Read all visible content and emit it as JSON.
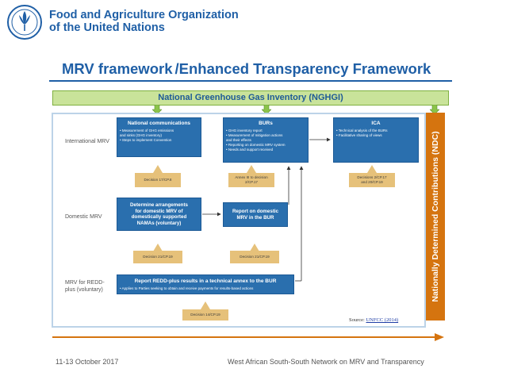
{
  "header": {
    "org_line1": "Food and Agriculture Organization",
    "org_line2": "of the United Nations",
    "title_left": "MRV framework",
    "title_right": "Enhanced Transparency Framework"
  },
  "nghgi_label": "National Greenhouse Gas Inventory (NGHGI)",
  "ndc_label": "Nationally Determined Contributions (NDC)",
  "rows": {
    "international": "International MRV",
    "domestic": "Domestic MRV",
    "redd_line1": "MRV for REDD-",
    "redd_line2": "plus (voluntary)"
  },
  "boxes": {
    "natcom": {
      "title": "National communications",
      "items": [
        "• Measurement of GHG emissions",
        "  and sinks (GHG inventory)",
        "• Steps to implement Convention"
      ]
    },
    "burs": {
      "title": "BURs",
      "items": [
        "• GHG inventory report",
        "• Measurement of mitigation actions",
        "  and their effects",
        "• Reporting on domestic MRV system",
        "• Needs and support received"
      ]
    },
    "ica": {
      "title": "ICA",
      "items": [
        "• Technical analysis of the BURs",
        "• Facilitative sharing of views"
      ]
    },
    "domestic_arr": {
      "line1": "Determine arrangements",
      "line2": "for domestic MRV of",
      "line3": "domestically supported",
      "line4": "NAMAs (voluntary)"
    },
    "report_domestic": {
      "line1": "Report on domestic",
      "line2": "MRV in the BUR"
    },
    "redd": {
      "title": "Report REDD-plus results in a technical annex to the BUR",
      "item": "• Applies to Parties seeking to obtain and receive payments for results-based actions"
    }
  },
  "decisions": {
    "d1": "Decision 17/CP.8",
    "d2_line1": "Annex III to decision",
    "d2_line2": "2/CP.17",
    "d3_line1": "Decisions 2/CP.17",
    "d3_line2": "and 20/CP.19",
    "d4": "Decision 21/CP.19",
    "d5": "Decision 21/CP.19",
    "d6": "Decision 14/CP.19"
  },
  "source_prefix": "Source: ",
  "source_link": "UNFCC (2014)",
  "footer": {
    "date": "11-13 October 2017",
    "event": "West African South-South Network on MRV and Transparency"
  },
  "colors": {
    "brand_blue": "#1f5fa6",
    "box_blue": "#2a6fae",
    "decision_tan": "#e6c17a",
    "ndc_orange": "#d5740f",
    "nghgi_green": "#c9e39a"
  }
}
